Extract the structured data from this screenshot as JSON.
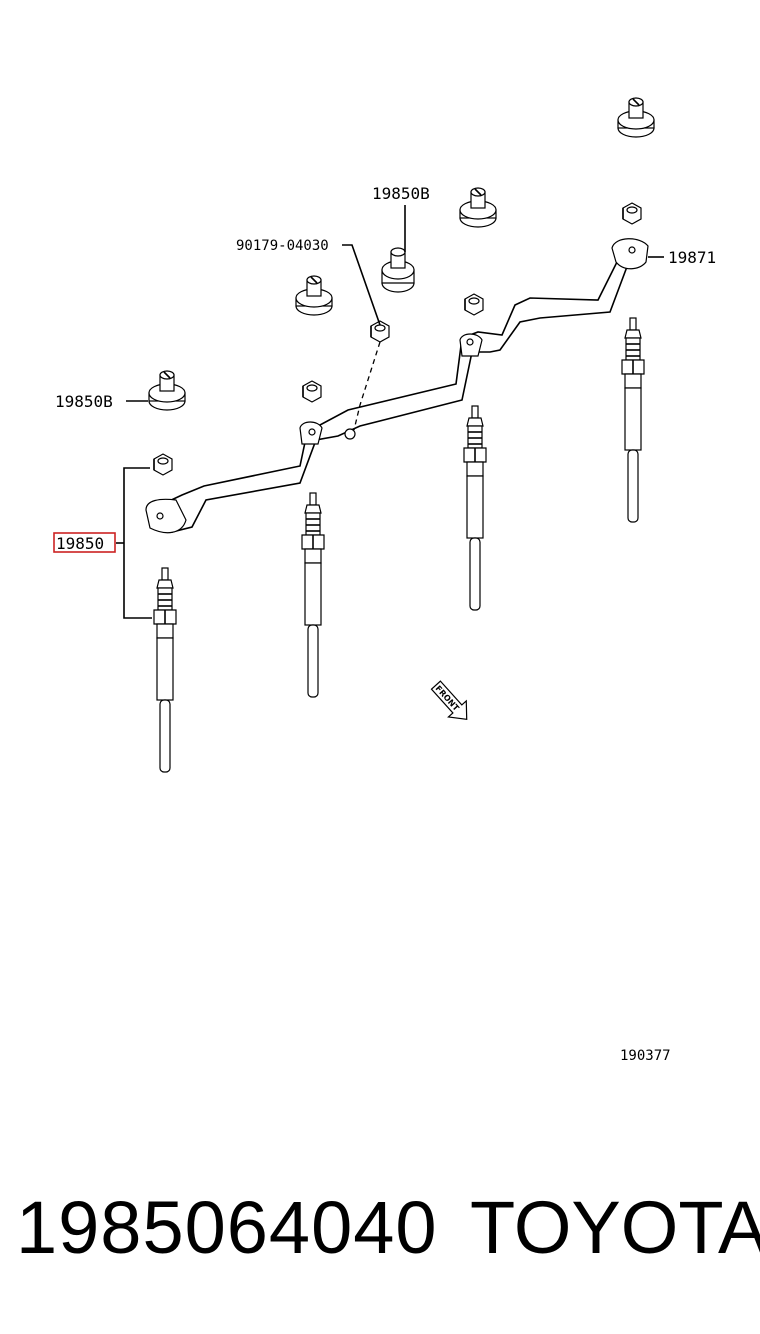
{
  "callouts": {
    "bolt_top": "19850B",
    "nut_part": "90179-04030",
    "clip": "19871",
    "bolt_left": "19850B",
    "glow_plug": "19850",
    "figure_ref": "190377"
  },
  "front_marker": "FRONT",
  "highlight_color": "#cc2222",
  "footer": {
    "part_number": "1985064040",
    "brand": "TOYOTA"
  }
}
